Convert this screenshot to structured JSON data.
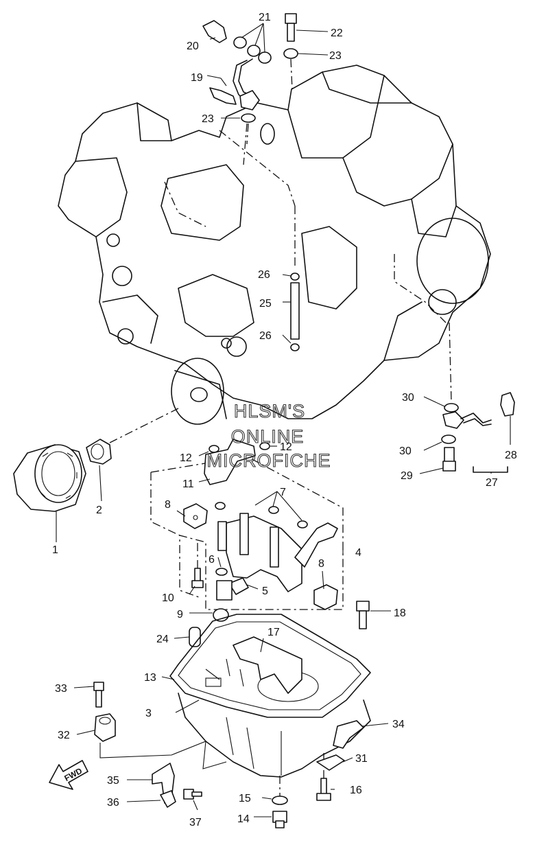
{
  "diagram": {
    "callouts": {
      "c1": "1",
      "c2": "2",
      "c3": "3",
      "c4": "4",
      "c5": "5",
      "c6": "6",
      "c7": "7",
      "c8a": "8",
      "c8b": "8",
      "c9": "9",
      "c10": "10",
      "c11": "11",
      "c12a": "12",
      "c12b": "12",
      "c13": "13",
      "c14": "14",
      "c15": "15",
      "c16": "16",
      "c17": "17",
      "c18": "18",
      "c19": "19",
      "c20": "20",
      "c21": "21",
      "c22": "22",
      "c23a": "23",
      "c23b": "23",
      "c24": "24",
      "c25": "25",
      "c26a": "26",
      "c26b": "26",
      "c27": "27",
      "c28": "28",
      "c29": "29",
      "c30a": "30",
      "c30b": "30",
      "c31": "31",
      "c32": "32",
      "c33": "33",
      "c34": "34",
      "c35": "35",
      "c36": "36",
      "c37": "37"
    },
    "watermark": {
      "line1": "HLSM'S",
      "line2": "ONLINE",
      "line3": "MICROFICHE"
    },
    "direction_arrow": "FWD"
  }
}
